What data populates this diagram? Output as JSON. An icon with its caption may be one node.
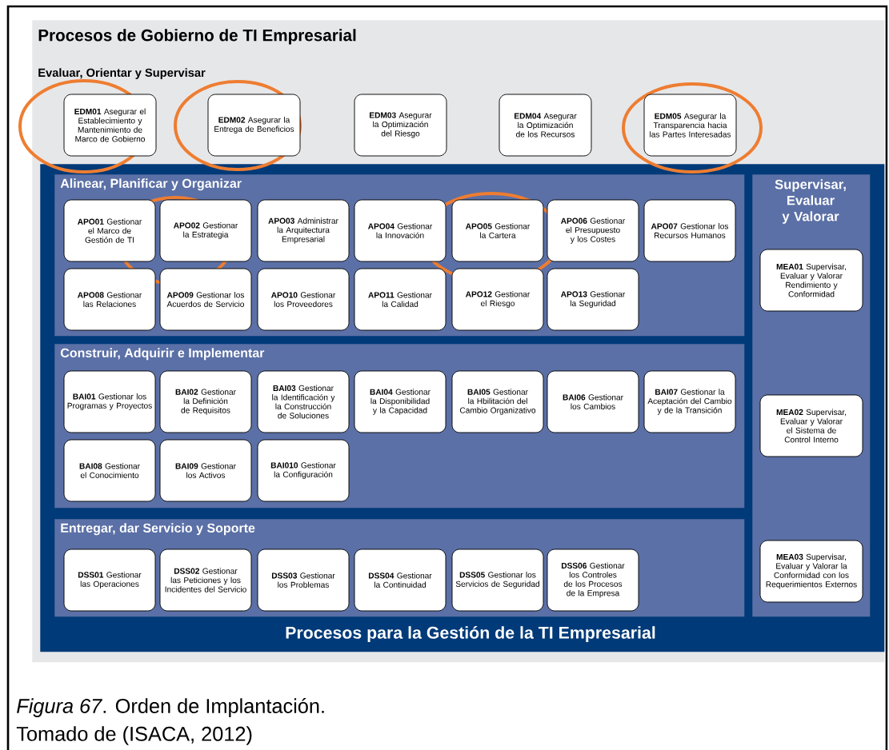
{
  "diagram": {
    "title": "Procesos de Gobierno de TI Empresarial",
    "caption": "*Figura 67*. Orden de Implantación.",
    "nodes": [
      {
        "text": [
          "Evaluar, Orientar y Supervisar"
        ]
      },
      {
        "text": [
          "**EDM01** Asegurar el Establecimiento y Mantenimiento de Marco de Gobierno"
        ],
        "in": 0
      },
      {
        "text": [
          "**EDM02** Asegurar la Entrega de Beneficios"
        ],
        "in": 0
      },
      {
        "text": [
          "**EDM03** Asegurar la Optimización del Riesgo"
        ],
        "in": 0
      },
      {
        "text": [
          "**EDM04** Asegurar la Optimización de los Recursos"
        ],
        "in": 0
      },
      {
        "text": [
          "**EDM05** Asegurar la Transparencia hacia las Partes Interesadas"
        ],
        "in": 0
      },
      {
        "text": [
          "Procesos para la Gestión de la TI Empresarial"
        ],
        "in": 0
      },
      {
        "text": [
          "Alinear, Planificar y Organizar"
        ],
        "in": 6
      },
      {
        "text": [
          "**APO01** Gestionar el Marco de Gestión de TI"
        ],
        "in": 7
      },
      {
        "text": [
          "**APO02** Gestionar la Estrategia"
        ],
        "in": 7
      },
      {
        "text": [
          "**APO03** Administrar la Arquitectura Empresarial"
        ],
        "in": 7
      },
      {
        "text": [
          "**APO04** Gestionar la Innovación"
        ],
        "in": 7
      },
      {
        "text": [
          "**APO05** Gestionar la Cartera"
        ],
        "in": 7
      },
      {
        "text": [
          "**APO06** Gestionar el Presupuesto y los Costes"
        ],
        "in": 7
      },
      {
        "text": [
          "**APO07** Gestionar los Recursos Humanos"
        ],
        "in": 7
      },
      {
        "text": [
          "**APO08** Gestionar las Relaciones"
        ],
        "in": 7
      },
      {
        "text": [
          "**APO09** Gestionar los Acuerdos de Servicio"
        ],
        "in": 7
      },
      {
        "text": [
          "**APO10** Gestionar los Proveedores"
        ],
        "in": 7
      },
      {
        "text": [
          "**APO11** Gestionar la Calidad"
        ],
        "in": 7
      },
      {
        "text": [
          "**APO12** Gestionar el Riesgo"
        ],
        "in": 7
      },
      {
        "text": [
          "**APO13** Gestionar la Seguridad"
        ],
        "in": 7
      },
      {
        "text": [
          "Construir, Adquirir e Implementar"
        ],
        "in": 6
      },
      {
        "text": [
          "**BAI01** Gestionar los Programas y Proyectos"
        ],
        "in": 21
      },
      {
        "text": [
          "**BAI02** Gestionar la Definición de Requisitos"
        ],
        "in": 21
      },
      {
        "text": [
          "**BAI03** Gestionar la Identificación y la Construcción de Soluciones"
        ],
        "in": 21
      },
      {
        "text": [
          "**BAI04** Gestionar la Disponibilidad y la Capacidad"
        ],
        "in": 21
      },
      {
        "text": [
          "**BAI05** Gestionar la Hbilitación del Cambio Organizativo"
        ],
        "in": 21
      },
      {
        "text": [
          "**BAI06** Gestionar los Cambios"
        ],
        "in": 21
      },
      {
        "text": [
          "**BAI07** Gestionar la Aceptación del Cambio y de la Transición"
        ],
        "in": 21
      },
      {
        "text": [
          "**BAI08** Gestionar el Conocimiento"
        ],
        "in": 21
      },
      {
        "text": [
          "**BAI09** Gestionar los Activos"
        ],
        "in": 21
      },
      {
        "text": [
          "**BAI010** Gestionar la Configuración"
        ],
        "in": 21
      },
      {
        "text": [
          "Entregar, dar Servicio y Soporte"
        ],
        "in": 6
      },
      {
        "text": [
          "**DSS01** Gestionar las Operaciones"
        ],
        "in": 32
      },
      {
        "text": [
          "**DSS02** Gestionar las Peticiones y los Incidentes del Servicio"
        ],
        "in": 32
      },
      {
        "text": [
          "**DSS03** Gestionar los Problemas"
        ],
        "in": 32
      },
      {
        "text": [
          "**DSS04** Gestionar la Continuidad"
        ],
        "in": 32
      },
      {
        "text": [
          "**DSS05** Gestionar los Servicios de Seguridad"
        ],
        "in": 32
      },
      {
        "text": [
          "**DSS06** Gestionar los Controles de los Procesos de la Empresa"
        ],
        "in": 32
      },
      {
        "text": [
          "Supervisar, Evaluar y Valorar"
        ],
        "in": 6
      },
      {
        "text": [
          "**MEA01** Supervisar, Evaluar y Valorar Rendimiento y Conformidad"
        ],
        "in": 39
      },
      {
        "text": [
          "**MEA02** Supervisar, Evaluar y Valorar el Sistema de Control Interno"
        ],
        "in": 39
      },
      {
        "text": [
          "**MEA03** Supervisar, Evaluar y Valorar la Conformidad con los Requerimientos Externos"
        ],
        "in": 39
      }
    ],
    "labels": [
      "Tomado de (ISACA, 2012)"
    ]
  }
}
